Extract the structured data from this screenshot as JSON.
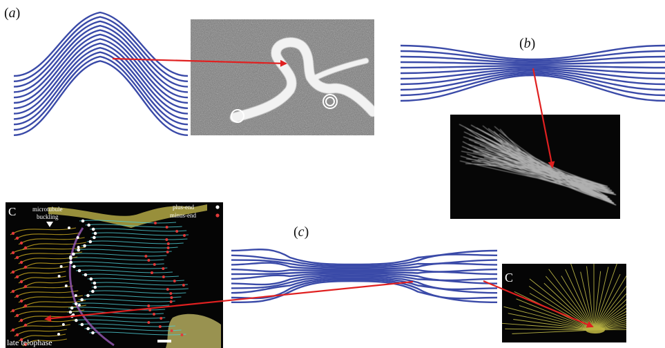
{
  "panels": {
    "a": {
      "label_open": "(",
      "letter": "a",
      "label_close": ")"
    },
    "b": {
      "label_open": "(",
      "letter": "b",
      "label_close": ")"
    },
    "c": {
      "label_open": "(",
      "letter": "c",
      "label_close": ")"
    }
  },
  "micrograph_left": {
    "corner_letter": "C",
    "annotation": "microtubule",
    "annotation2": "buckling",
    "legend_plus": "plus-end",
    "legend_minus": "minus-end",
    "stage_label": "late telophase"
  },
  "micrograph_right": {
    "corner_letter": "C"
  },
  "colors": {
    "fiber_blue": "#3a4aa8",
    "arrow_red": "#e02020",
    "cyan_fiber": "#4fd0d8",
    "gold_fiber": "#c8a820",
    "membrane_yellow": "#e8df90"
  }
}
